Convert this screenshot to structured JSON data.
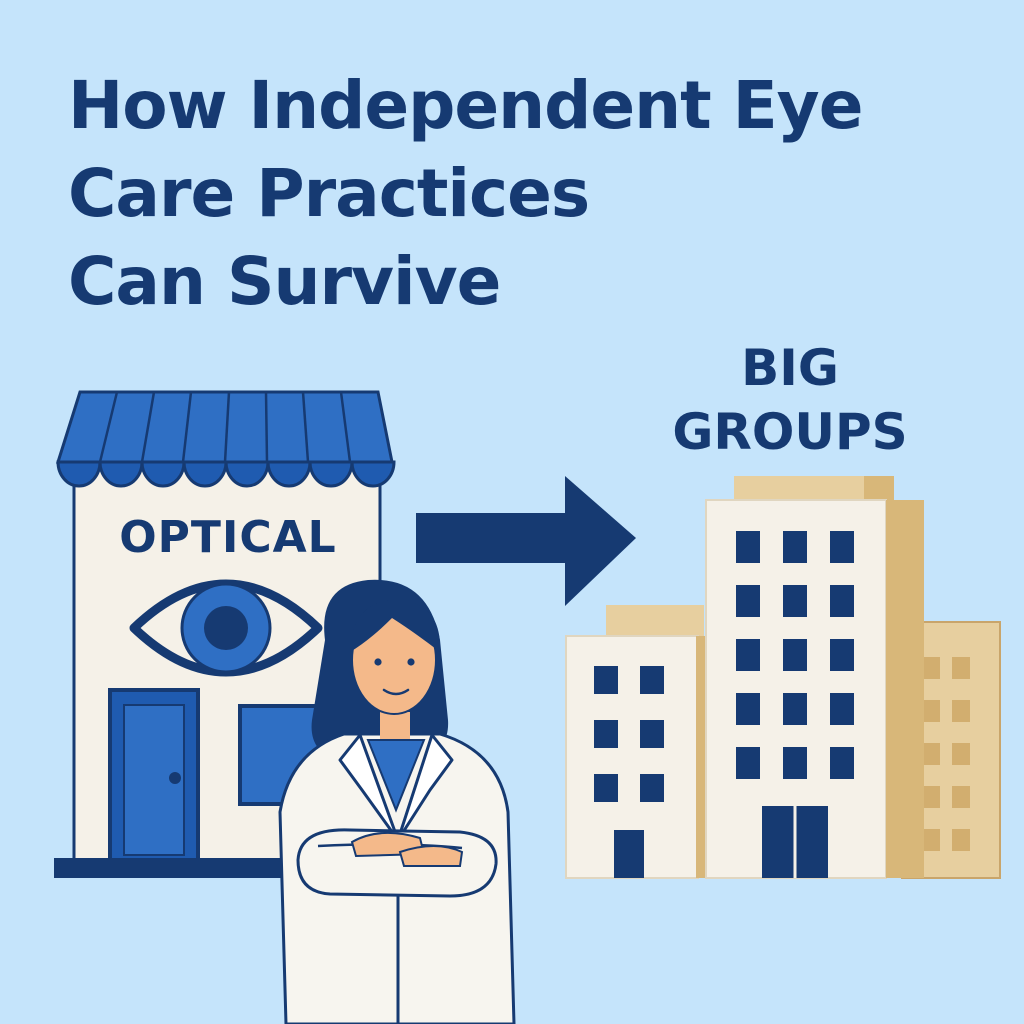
{
  "headline": {
    "lines": [
      "How Independent Eye",
      "Care Practices",
      "Can Survive"
    ]
  },
  "big_groups": {
    "lines": [
      "BIG",
      "GROUPS"
    ]
  },
  "storefront": {
    "sign": "OPTICAL"
  },
  "colors": {
    "background": "#c5e4fb",
    "navy": "#163a72",
    "blue": "#2f6fc4",
    "cream": "#f5f1e8",
    "tan": "#e7cf9f"
  },
  "icons": [
    "eye-icon",
    "arrow-right-icon",
    "door-icon"
  ]
}
